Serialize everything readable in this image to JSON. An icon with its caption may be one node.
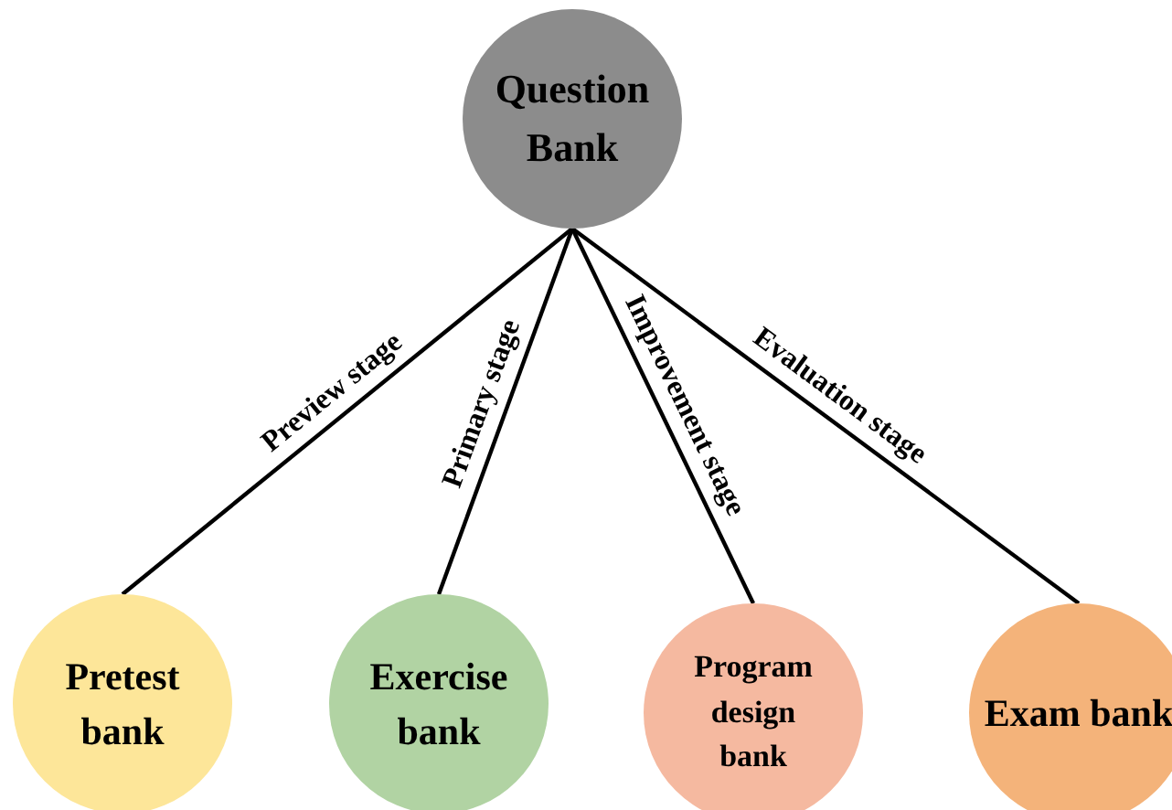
{
  "diagram": {
    "nodes": [
      {
        "text": [
          "Question Bank"
        ]
      },
      {
        "text": [
          "Pretest bank"
        ]
      },
      {
        "text": [
          "Exercise bank"
        ]
      },
      {
        "text": [
          "Program design bank"
        ]
      },
      {
        "text": [
          "Exam bank"
        ]
      }
    ],
    "edges": [
      {
        "from": 0,
        "to": 1,
        "arrow": "none",
        "label": "Preview stage"
      },
      {
        "from": 0,
        "to": 2,
        "arrow": "none",
        "label": "Primary stage"
      },
      {
        "from": 0,
        "to": 3,
        "arrow": "none",
        "label": "Improvement stage"
      },
      {
        "from": 0,
        "to": 4,
        "arrow": "none",
        "label": "Evaluation stage"
      }
    ]
  }
}
